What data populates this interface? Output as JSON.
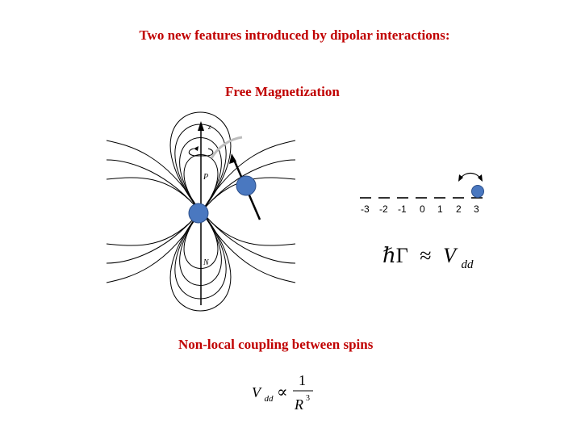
{
  "title": "Two new features introduced by dipolar interactions:",
  "free_magnetization": "Free Magnetization",
  "nonlocal_coupling": "Non-local coupling between spins",
  "dipole_figure": {
    "axis_label": "z",
    "label_p": "P",
    "label_n": "N"
  },
  "spin_levels": [
    "-3",
    "-2",
    "-1",
    "0",
    "1",
    "2",
    "3"
  ],
  "equation_rate": {
    "lhs": "ℏΓ",
    "relation": "≈",
    "rhs": "V",
    "rhs_sub": "dd"
  },
  "equation_scaling": {
    "lhs": "V",
    "lhs_sub": "dd",
    "relation": "∝",
    "numerator": "1",
    "denominator": "R",
    "exponent": "3"
  },
  "colors": {
    "title": "#c00000",
    "atom": "#4a78c0"
  }
}
